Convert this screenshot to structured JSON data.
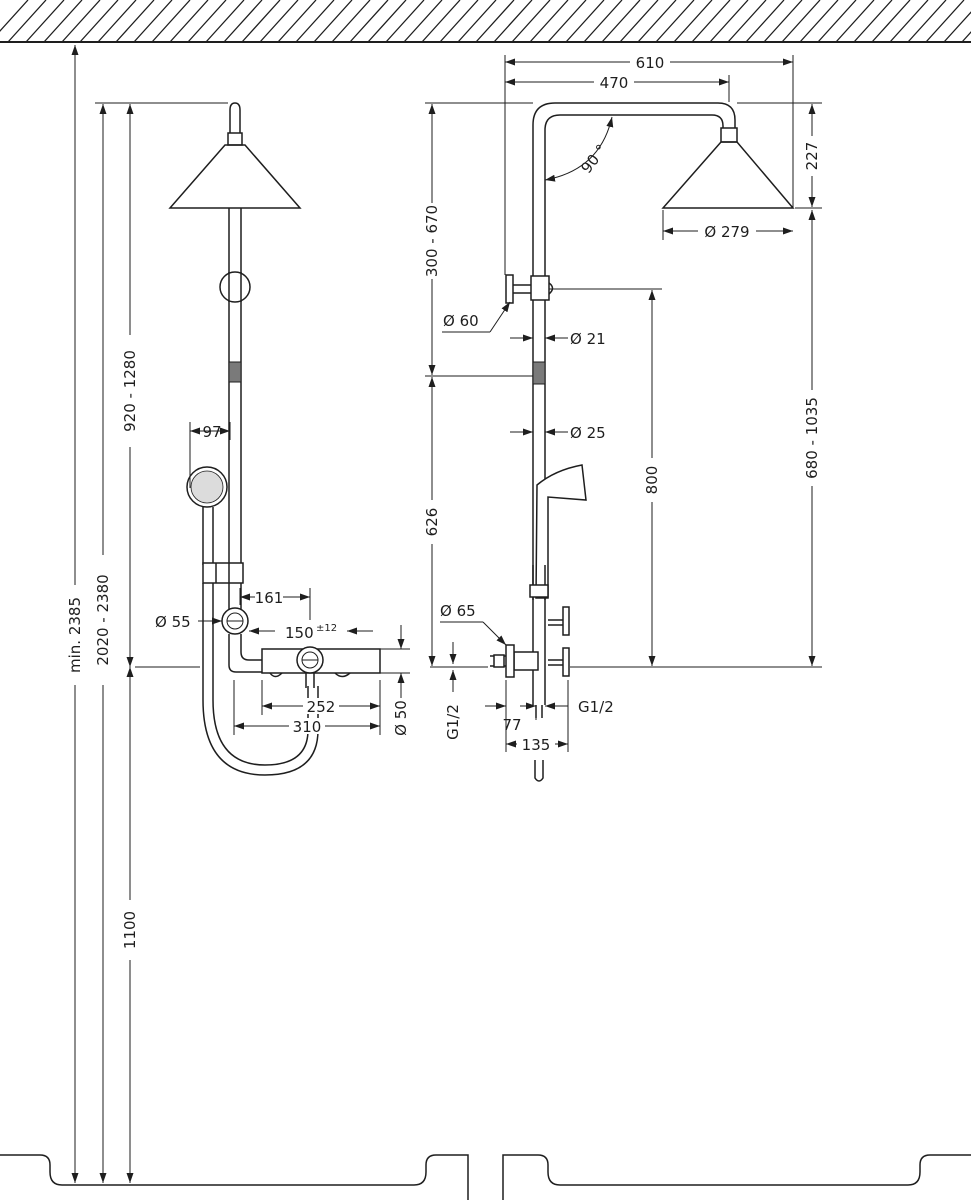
{
  "dimensions": {
    "min_height": "min. 2385",
    "overall_range": "2020 - 2380",
    "rail_range": "920 - 1280",
    "floor_to_mixer": "1100",
    "handshower_offset": "97",
    "mixer_offset": "161",
    "diameter_55": "Ø 55",
    "centres": "150",
    "centres_tolerance": "±12",
    "width_252": "252",
    "width_310": "310",
    "diameter_50": "Ø 50",
    "arm_610": "610",
    "arm_470": "470",
    "head_height": "227",
    "angle": "90 °",
    "height_300_670": "300 - 670",
    "diameter_60": "Ø 60",
    "diameter_21": "Ø 21",
    "diameter_25": "Ø 25",
    "diameter_279": "Ø 279",
    "height_626": "626",
    "height_800": "800",
    "height_680_1035": "680 - 1035",
    "diameter_65": "Ø 65",
    "thread_left": "G1/2",
    "thread_right": "G1/2",
    "offset_77": "77",
    "offset_135": "135"
  }
}
